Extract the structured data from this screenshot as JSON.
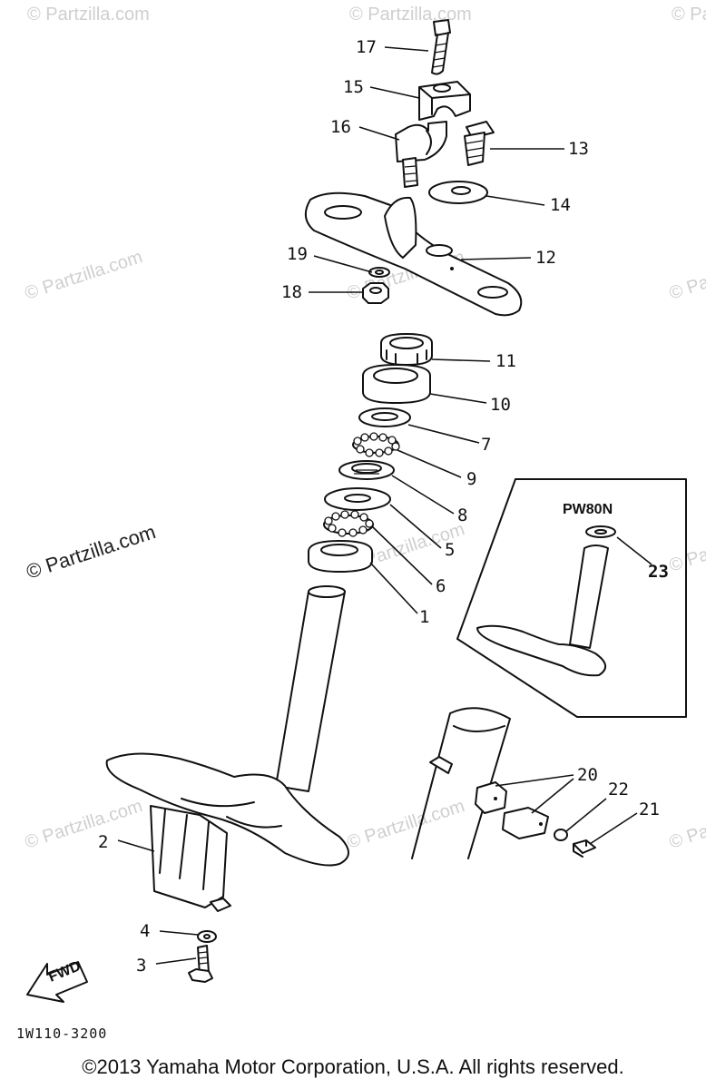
{
  "diagram": {
    "inset_label": "PW80N",
    "drawing_code": "1W110-3200",
    "fwd_label": "FWD",
    "copyright": "©2013 Yamaha Motor Corporation, U.S.A. All rights reserved.",
    "watermark_text": "© Partzilla.com",
    "callouts": [
      "17",
      "15",
      "16",
      "13",
      "14",
      "12",
      "19",
      "18",
      "11",
      "10",
      "7",
      "9",
      "8",
      "5",
      "6",
      "1",
      "23",
      "20",
      "22",
      "21",
      "2",
      "4",
      "3"
    ]
  }
}
